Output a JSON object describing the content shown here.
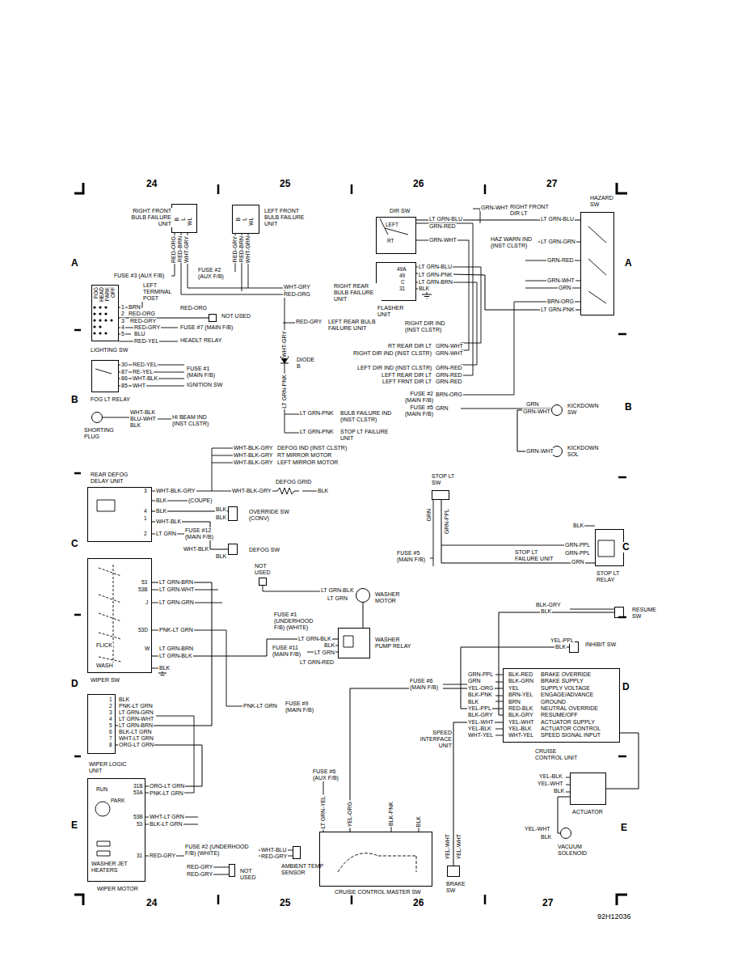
{
  "diagram": {
    "nodes": [
      {
        "text": [
          "RIGHT FRONT BULB FAILURE UNIT"
        ]
      },
      {
        "text": [
          "LEFT FRONT BULB FAILURE UNIT"
        ]
      },
      {
        "text": [
          "LIGHTING SW"
        ]
      },
      {
        "text": [
          "FOG LT RELAY"
        ]
      },
      {
        "text": [
          "SHORTING PLUG"
        ]
      },
      {
        "text": [
          "NOT USED"
        ]
      },
      {
        "text": [
          "DIR SW"
        ]
      },
      {
        "text": [
          "FLASHER UNIT"
        ]
      },
      {
        "text": [
          "HAZARD SW"
        ]
      },
      {
        "text": [
          "KICKDOWN SW"
        ]
      },
      {
        "text": [
          "KICKDOWN SOL"
        ]
      },
      {
        "text": [
          "REAR DEFOG DELAY UNIT"
        ]
      },
      {
        "text": [
          "OVERRIDE SW (CONV)"
        ]
      },
      {
        "text": [
          "DEFOG SW"
        ]
      },
      {
        "text": [
          "STOP LT SW"
        ]
      },
      {
        "text": [
          "STOP LT RELAY"
        ]
      },
      {
        "text": [
          "WIPER SW"
        ]
      },
      {
        "text": [
          "NOT USED"
        ]
      },
      {
        "text": [
          "WASHER MOTOR"
        ]
      },
      {
        "text": [
          "WASHER PUMP RELAY"
        ]
      },
      {
        "text": [
          "RESUME SW"
        ]
      },
      {
        "text": [
          "INHIBIT SW"
        ]
      },
      {
        "text": [
          "CRUISE CONTROL UNIT"
        ]
      },
      {
        "text": [
          "WIPER LOGIC UNIT"
        ]
      },
      {
        "text": [
          "WIPER MOTOR"
        ]
      },
      {
        "text": [
          "AMBIENT TEMP SENSOR"
        ]
      },
      {
        "text": [
          "NOT USED"
        ]
      },
      {
        "text": [
          "CRUISE CONTROL MASTER SW"
        ]
      },
      {
        "text": [
          "BRAKE SW"
        ]
      },
      {
        "text": [
          "ACTUATOR"
        ]
      },
      {
        "text": [
          "VACUUM SOLENOID"
        ]
      }
    ],
    "edges": [
      {
        "from": 6,
        "to": 8,
        "arrow": "none"
      },
      {
        "from": 7,
        "to": 8,
        "arrow": "none"
      },
      {
        "from": 9,
        "to": 10,
        "arrow": "none"
      },
      {
        "from": 11,
        "to": 12,
        "arrow": "none"
      },
      {
        "from": 11,
        "to": 13,
        "arrow": "none"
      },
      {
        "from": 16,
        "to": 19,
        "arrow": "none"
      },
      {
        "from": 19,
        "to": 18,
        "arrow": "none"
      },
      {
        "from": 16,
        "to": 23,
        "arrow": "none"
      },
      {
        "from": 23,
        "to": 24,
        "arrow": "none"
      },
      {
        "from": 14,
        "to": 15,
        "arrow": "none"
      },
      {
        "from": 22,
        "to": 29,
        "arrow": "none"
      },
      {
        "from": 27,
        "to": 22,
        "arrow": "none"
      },
      {
        "from": 28,
        "to": 22,
        "arrow": "none"
      },
      {
        "from": 29,
        "to": 30,
        "arrow": "none"
      },
      {
        "from": 20,
        "to": 22,
        "arrow": "none"
      },
      {
        "from": 21,
        "to": 22,
        "arrow": "none"
      },
      {
        "from": 2,
        "to": 5,
        "arrow": "none"
      }
    ],
    "labels": [
      "24",
      "25",
      "26",
      "27",
      "A",
      "A",
      "B",
      "B",
      "C",
      "C",
      "D",
      "D",
      "E",
      "E",
      "24",
      "25",
      "26",
      "27",
      "92H12036",
      "B",
      "L",
      "WL",
      "RED-ORG",
      "RED-BRN",
      "WHT-GRY",
      "B",
      "L",
      "WL",
      "RED-GRY",
      "RED-BRN",
      "WHT-GRN",
      "FUSE #3 (AUX F/B)",
      "FUSE #2 (AUX F/B)",
      "LEFT TERMINAL POST",
      "FOG",
      "HEAD",
      "PARK",
      "OFF",
      "1",
      "2",
      "3",
      "4",
      "5",
      "BRN",
      "RED-ORG",
      "RED-GRY",
      "RED-GRY",
      "BLU",
      "RED-YEL",
      "RED-ORG",
      "FUSE #7 (MAIN F/B)",
      "HEADLT RELAY",
      "WHT-GRY",
      "RED-ORG",
      "RIGHT REAR BULB FAILURE UNIT",
      "RED-GRY",
      "LEFT REAR BULB FAILURE UNIT",
      "WHT-GRY",
      "DIODE B",
      "LT GRN-PNK",
      "LT GRN-PNK",
      "BULB FAILURE IND (INST CLSTR)",
      "LT GRN-PNK",
      "STOP LT FAILURE UNIT",
      "30",
      "87",
      "86",
      "85",
      "RED-YEL",
      "RE-YEL",
      "WHT-BLK",
      "WHT",
      "FUSE #1 (MAIN F/B)",
      "IGNITION SW",
      "WHT-BLK",
      "BLU-WHT",
      "BLK",
      "HI BEAM IND (INST CLSTR)",
      "GRN-WHT",
      "RIGHT FRONT DIR LT",
      "LEFT",
      "RT",
      "LT GRN-BLU",
      "GRN-RED",
      "GRN-WHT",
      "LT GRN-BLU",
      "HAZ WARN IND (INST CLSTR)",
      "LT GRN-GRN",
      "GRN-RED",
      "GRN-WHT",
      "GRN",
      "BRN-ORG",
      "LT GRN-PNK",
      "49A",
      "49",
      "C",
      "31",
      "LT GRN-BLU",
      "LT GRN-PNK",
      "LT GRN-BRN",
      "BLK",
      "RIGHT DIR IND (INST CLSTR)",
      "RT REAR DIR LT",
      "GRN-WHT",
      "RIGHT DIR IND (INST CLSTR)",
      "GRN-WHT",
      "LEFT DIR IND (INST CLSTR)",
      "GRN-RED",
      "LEFT REAR DIR LT",
      "GRN-RED",
      "LEFT FRNT DIR LT",
      "GRN-RED",
      "FUSE #2 (MAIN F/B)",
      "BRN-ORG",
      "FUSE #5 (MAIN F/B)",
      "GRN",
      "GRN",
      "GRN-WHT",
      "GRN-WHT",
      "WHT-BLK-GRY",
      "DEFOG IND (INST CLSTR)",
      "WHT-BLK-GRY",
      "RT MIRROR MOTOR",
      "WHT-BLK-GRY",
      "LEFT MIRROR MOTOR",
      "DEFOG GRID",
      "WHT-BLK-GRY",
      "BLK",
      "3",
      "4",
      "1",
      "2",
      "WHT-BLK-GRY",
      "BLK",
      "(COUPE)",
      "BLK",
      "WHT-BLK",
      "LT GRN",
      "FUSE #12 (MAIN F/B)",
      "BLK",
      "BLK",
      "WHT-BLK",
      "BLK",
      "GRN",
      "GRN-PPL",
      "FUSE #5 (MAIN F/B)",
      "BLK",
      "GRN-PPL",
      "STOP LT FAILURE UNIT",
      "GRN-PPL",
      "GRN",
      "53",
      "53B",
      "J",
      "53D",
      "W",
      "LT GRN-BRN",
      "LT GRN-WHT",
      "LT GRN-GRN",
      "PNK-LT GRN",
      "LT GRN-BRN",
      "LT GRN-BLK",
      "BLK",
      "FLICK",
      "WASH",
      "LT GRN-BLK",
      "LT GRN",
      "FUSE #1 (UNDERHOOD F/B) (WHITE)",
      "LT GRN-BLK",
      "BLK",
      "FUSE #11 (MAIN F/B)",
      "LT GRN",
      "LT GRN-RED",
      "1",
      "2",
      "3",
      "4",
      "5",
      "6",
      "7",
      "8",
      "BLK",
      "PNK-LT GRN",
      "LT GRN-GRN",
      "LT GRN-WHT",
      "LT GRN-BRN",
      "BLK-LT GRN",
      "WHT-LT GRN",
      "ORG-LT GRN",
      "PNK-LT GRN",
      "FUSE #9 (MAIN F/B)",
      "31B",
      "53A",
      "RUN",
      "PARK",
      "53B",
      "53",
      "31",
      "ORG-LT GRN",
      "PNK-LT GRN",
      "WHT-LT GRN",
      "BLK-LT GRN",
      "RED-GRY",
      "WASHER JET HEATERS",
      "FUSE #2 (UNDERHOOD F/B) (WHITE)",
      "WHT-BLU",
      "RED-GRY",
      "RED-GRY",
      "RED-GRY",
      "FUSE #6 (AUX F/B)",
      "LT GRN-YEL",
      "YEL-ORG",
      "BLK-PNK",
      "BLK",
      "YEL-WHT",
      "YEL-WHT",
      "FUSE #6 (MAIN F/B)",
      "SPEED INTERFACE UNIT",
      "GRN-PPL",
      "GRN",
      "YEL-ORG",
      "BLK-PNK",
      "BLK",
      "YEL-PPL",
      "BLK-GRY",
      "YEL-WHT",
      "YEL-BLK",
      "WHT-YEL",
      "BLK-RED",
      "BLK-GRN",
      "YEL",
      "BRN-YEL",
      "BRN",
      "RED-BLK",
      "BLK-GRY",
      "YEL-WHT",
      "YEL-BLK",
      "WHT-YEL",
      "BRAKE OVERRIDE",
      "BRAKE SUPPLY",
      "SUPPLY VOLTAGE",
      "ENGAGE/ADVANCE",
      "GROUND",
      "NEUTRAL OVERRIDE",
      "RESUME/OFF",
      "ACTUATOR SUPPLY",
      "ACTUATOR CONTROL",
      "SPEED SIGNAL INPUT",
      "BLK-GRY",
      "BLK",
      "YEL-PPL",
      "BLK",
      "YEL-BLK",
      "YEL-WHT",
      "BLK",
      "YEL-WHT",
      "BLK"
    ]
  }
}
